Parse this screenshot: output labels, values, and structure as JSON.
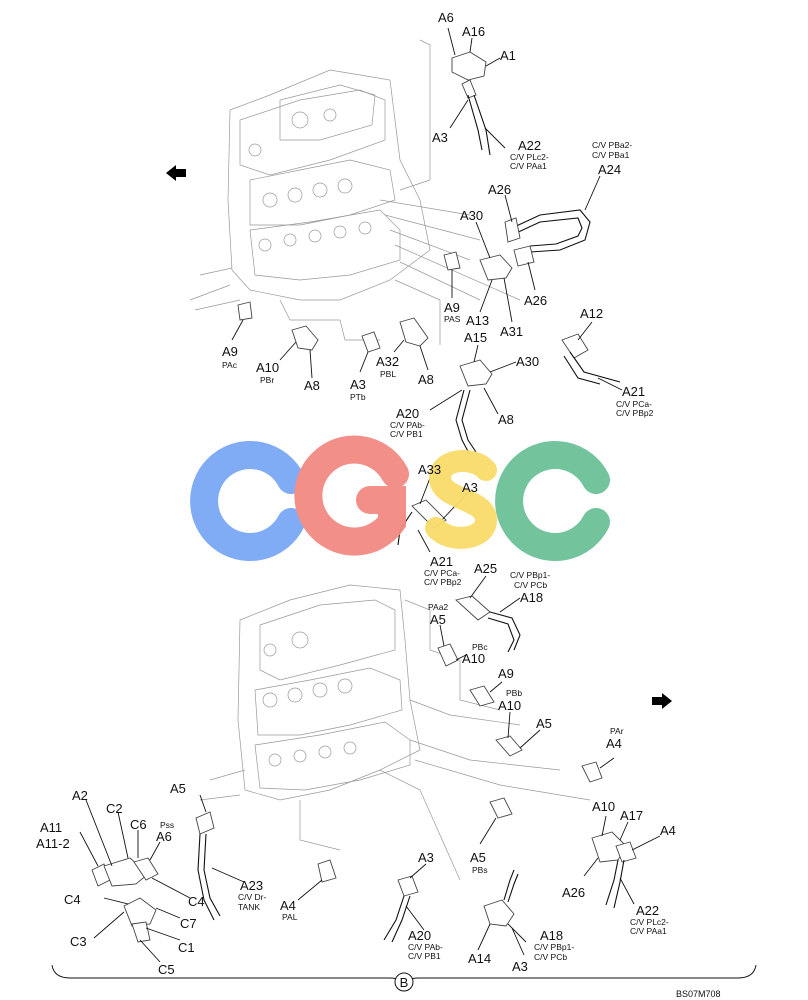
{
  "diagram": {
    "code": "BS07M708",
    "callout": "B",
    "colors": {
      "watermark_blue": "#7aa8f5",
      "watermark_red": "#f28a82",
      "watermark_yellow": "#f9dc6a",
      "watermark_green": "#6cc098"
    },
    "watermark": [
      "C",
      "G",
      "S",
      "C"
    ],
    "icons": [
      "arrow-left-icon",
      "arrow-right-icon"
    ],
    "labels": {
      "a6_top": "A6",
      "a16_top": "A16",
      "a1_top": "A1",
      "a3_top": "A3",
      "a22_top": "A22",
      "a22_top_s1": "C/V PLc2-",
      "a22_top_s2": "C/V PAa1",
      "a24": "A24",
      "a24_s1": "C/V PBa2-",
      "a24_s2": "C/V PBa1",
      "a26_a": "A26",
      "a30_a": "A30",
      "a26_b": "A26",
      "a9_pas": "A9",
      "pas": "PAS",
      "a13": "A13",
      "a31": "A31",
      "a9_pac": "A9",
      "pac": "PAc",
      "a10_pbr": "A10",
      "pbr": "PBr",
      "a8_a": "A8",
      "a3_ptb": "A3",
      "ptb": "PTb",
      "a32": "A32",
      "pbl": "PBL",
      "a8_b": "A8",
      "a12": "A12",
      "a15": "A15",
      "a30_b": "A30",
      "a8_c": "A8",
      "a21_top": "A21",
      "a21_top_s1": "C/V PCa-",
      "a21_top_s2": "C/V PBp2",
      "a20_top": "A20",
      "a20_top_s1": "C/V PAb-",
      "a20_top_s2": "C/V PB1",
      "a33": "A33",
      "a3_mid": "A3",
      "a21_mid": "A21",
      "a21_mid_s1": "C/V PCa-",
      "a21_mid_s2": "C/V PBp2",
      "a25": "A25",
      "a18_mid": "A18",
      "a18_mid_s1": "C/V PBp1-",
      "a18_mid_s2": "C/V PCb",
      "paa2": "PAa2",
      "a5_paa2": "A5",
      "pbc": "PBc",
      "a10_pbc": "A10",
      "a9_pbb": "A9",
      "pbb": "PBb",
      "a10_pbb": "A10",
      "a5_mid": "A5",
      "par": "PAr",
      "a4_par": "A4",
      "a2": "A2",
      "c2": "C2",
      "c6": "C6",
      "a5_left": "A5",
      "pss": "Pss",
      "a6_pss": "A6",
      "a11": "A11",
      "a11_2": "A11-2",
      "c4_a": "C4",
      "c4_b": "C4",
      "c7": "C7",
      "c3": "C3",
      "c1": "C1",
      "c5": "C5",
      "a23": "A23",
      "a23_s1": "C/V Dr-",
      "a23_s2": "TANK",
      "a4_pal": "A4",
      "pal": "PAL",
      "a3_low": "A3",
      "a20_low": "A20",
      "a20_low_s1": "C/V PAb-",
      "a20_low_s2": "C/V PB1",
      "a5_pbs": "A5",
      "pbs": "PBs",
      "a14": "A14",
      "a3_bottom": "A3",
      "a18_low": "A18",
      "a18_low_s1": "C/V PBp1-",
      "a18_low_s2": "C/V PCb",
      "a10_right": "A10",
      "a17": "A17",
      "a4_right": "A4",
      "a26_right": "A26",
      "a22_low": "A22",
      "a22_low_s1": "C/V PLc2-",
      "a22_low_s2": "C/V PAa1"
    }
  }
}
